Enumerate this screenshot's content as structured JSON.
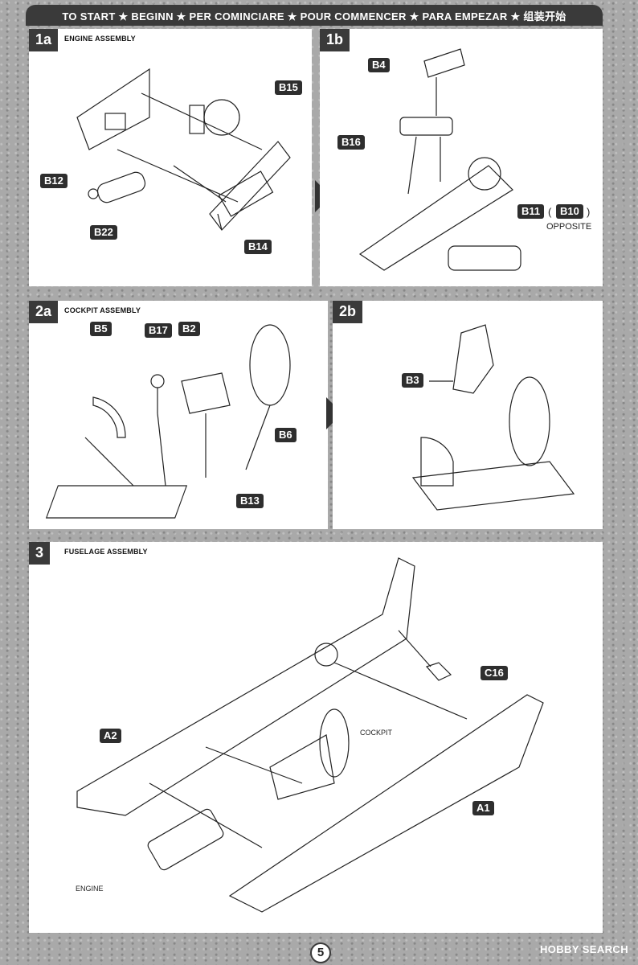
{
  "header": {
    "title": "TO START ★ BEGINN ★ PER COMINCIARE ★ POUR COMMENCER ★ PARA EMPEZAR ★ 组装开始"
  },
  "steps": {
    "s1a": {
      "badge": "1a",
      "title": "ENGINE ASSEMBLY",
      "parts": [
        "B15",
        "B12",
        "B22",
        "B14"
      ]
    },
    "s1b": {
      "badge": "1b",
      "parts": [
        "B4",
        "B16"
      ],
      "b11": "B11",
      "b10": "B10",
      "opposite": "OPPOSITE"
    },
    "s2a": {
      "badge": "2a",
      "title": "COCKPIT ASSEMBLY",
      "parts": [
        "B5",
        "B17",
        "B2",
        "B6",
        "B13"
      ]
    },
    "s2b": {
      "badge": "2b",
      "parts": [
        "B3"
      ]
    },
    "s3": {
      "badge": "3",
      "title": "FUSELAGE ASSEMBLY",
      "parts": [
        "C16",
        "A2",
        "A1"
      ],
      "cockpit": "COCKPIT",
      "engine": "ENGINE"
    }
  },
  "footer": {
    "page": "5",
    "watermark": "HOBBY SEARCH"
  }
}
